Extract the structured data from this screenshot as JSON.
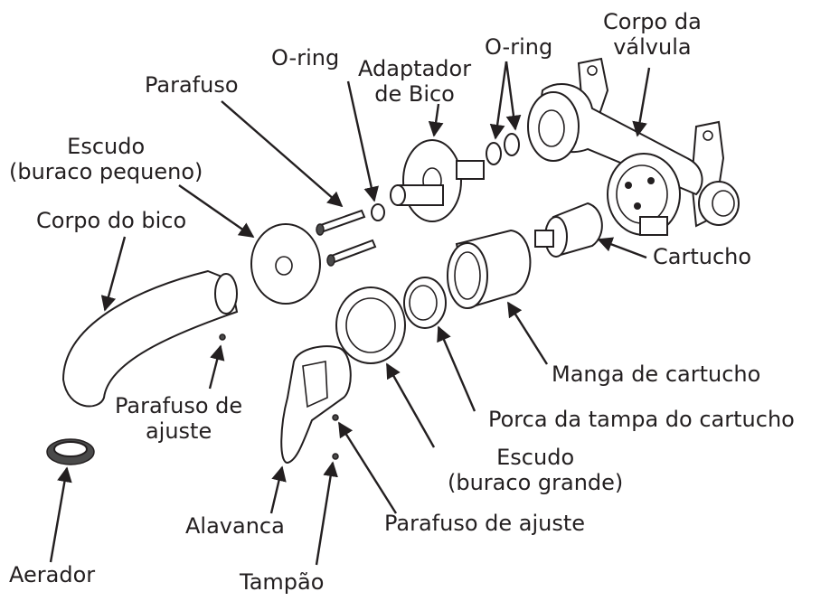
{
  "labels": {
    "o_ring_left": "O-ring",
    "adaptador": "Adaptador\nde Bico",
    "o_ring_right": "O-ring",
    "corpo_valvula": "Corpo da\nválvula",
    "parafuso": "Parafuso",
    "escudo_pequeno": "Escudo\n(buraco pequeno)",
    "corpo_bico": "Corpo do bico",
    "cartucho": "Cartucho",
    "manga": "Manga de cartucho",
    "porca": "Porca da tampa do cartucho",
    "parafuso_ajuste_1": "Parafuso de\najuste",
    "escudo_grande": "Escudo\n(buraco grande)",
    "alavanca": "Alavanca",
    "parafuso_ajuste_2": "Parafuso de ajuste",
    "aerador": "Aerador",
    "tampao": "Tampão"
  },
  "colors": {
    "ink": "#231f20",
    "background": "#ffffff"
  }
}
